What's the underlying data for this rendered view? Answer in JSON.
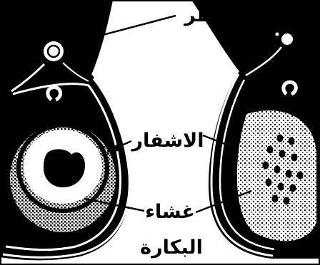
{
  "labels": {
    "clitoris": "البظر",
    "labia": "الاشفار",
    "hymen_line1": "غشاء",
    "hymen_line2": "البكارة"
  },
  "colors": {
    "ink": "#000000",
    "paper": "#ffffff"
  }
}
